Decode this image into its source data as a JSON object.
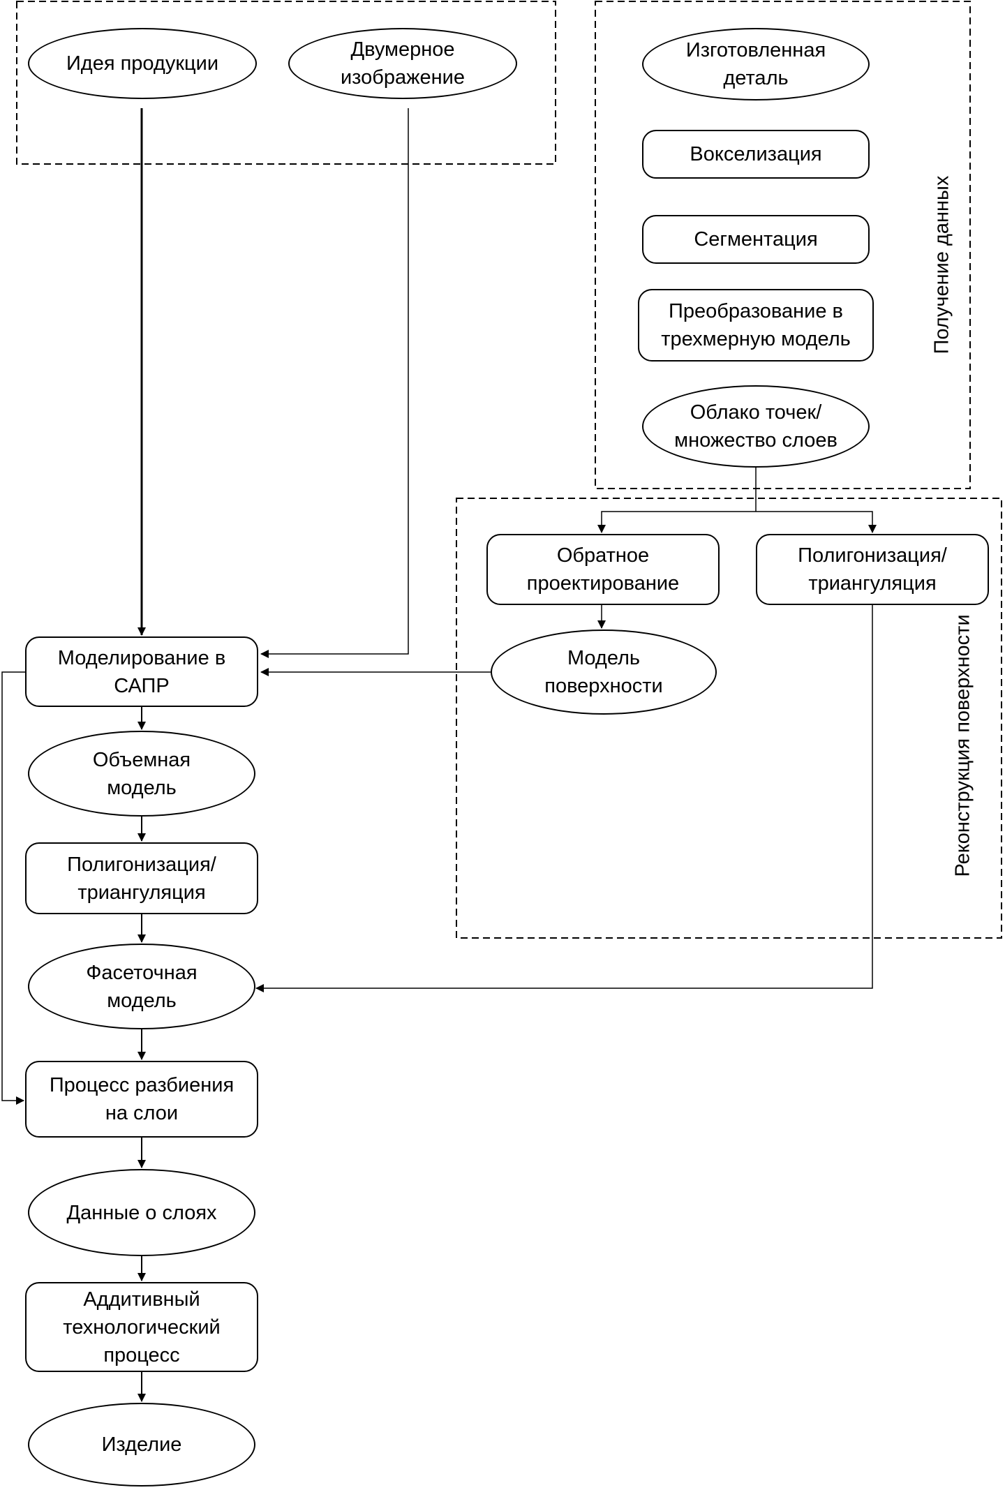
{
  "groups": {
    "data_acquisition": "Получение данных",
    "surface_reconstruction": "Реконструкция поверхности"
  },
  "nodes": {
    "product_idea": "Идея продукции",
    "two_d_image": "Двумерное\nизображение",
    "manufactured_part": "Изготовленная\nдеталь",
    "voxelization": "Вокселизация",
    "segmentation": "Сегментация",
    "conversion_3d": "Преобразование в\nтрехмерную модель",
    "point_cloud": "Облако точек/\nмножество слоев",
    "reverse_engineering": "Обратное\nпроектирование",
    "polygonization_right": "Полигонизация/\nтриангуляция",
    "surface_model": "Модель\nповерхности",
    "cad_modeling": "Моделирование в\nСАПР",
    "solid_model": "Объемная\nмодель",
    "polygonization_left": "Полигонизация/\nтриангуляция",
    "facet_model": "Фасеточная\nмодель",
    "slicing_process": "Процесс разбиения\nна слои",
    "layer_data": "Данные о слоях",
    "additive_process": "Аддитивный\nтехнологический\nпроцесс",
    "product": "Изделие"
  }
}
